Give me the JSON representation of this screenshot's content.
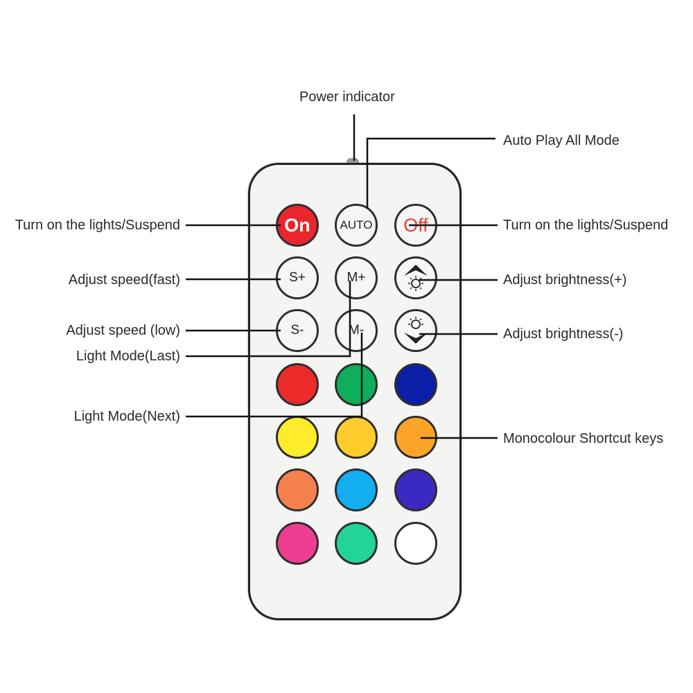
{
  "labels": {
    "power_indicator": "Power indicator",
    "auto_play": "Auto Play All Mode",
    "on_left": "Turn on the lights/Suspend",
    "off_right": "Turn on the lights/Suspend",
    "speed_fast": "Adjust speed(fast)",
    "brightness_up": "Adjust brightness(+)",
    "speed_low": "Adjust speed (low)",
    "brightness_down": "Adjust brightness(-)",
    "mode_last": "Light Mode(Last)",
    "mode_next": "Light Mode(Next)",
    "monocolour": "Monocolour Shortcut keys"
  },
  "buttons": {
    "on": "On",
    "auto": "AUTO",
    "off": "Off",
    "s_plus": "S+",
    "m_plus": "M+",
    "s_minus": "S-",
    "m_minus": "M-"
  },
  "colors": {
    "on_bg": "#e8262c",
    "off_text": "#e8403a",
    "keys": [
      "#ec2a2a",
      "#0fae5a",
      "#0a1ea8",
      "#ffec2a",
      "#ffcc2e",
      "#fba428",
      "#f5824e",
      "#12aeef",
      "#3a2ac2",
      "#ef3d92",
      "#22d39a",
      "#ffffff"
    ]
  }
}
